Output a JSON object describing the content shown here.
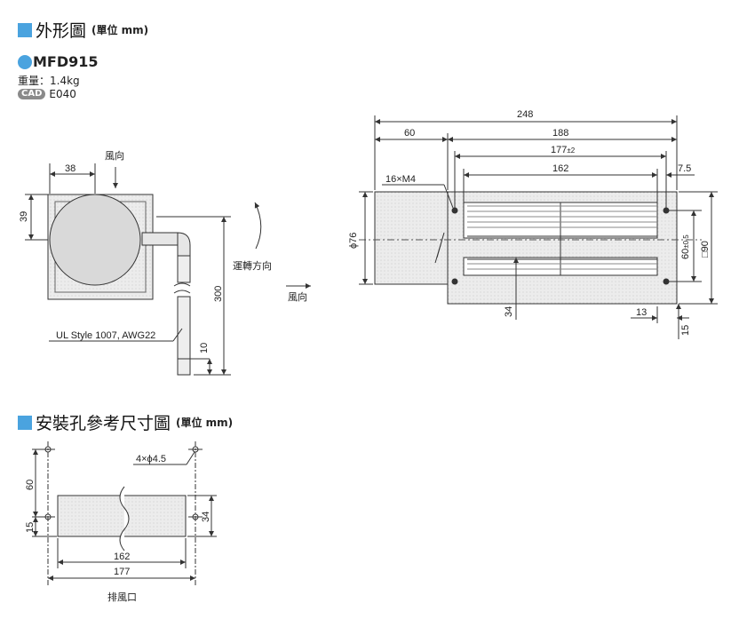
{
  "section1": {
    "title": "外形圖",
    "unit": "(單位 mm)"
  },
  "model": {
    "name": "MFD915",
    "weight": "重量：1.4kg",
    "cad_badge": "CAD",
    "cad_code": "E040"
  },
  "side_view": {
    "dim_width": "38",
    "dim_height": "39",
    "airflow_label": "風向",
    "cable_length": "300",
    "cable_end": "10",
    "cable_spec": "UL Style 1007, AWG22",
    "rotation_label": "運轉方向",
    "airflow_label_2": "風向"
  },
  "front_view": {
    "overall": "248",
    "left_part": "60",
    "body": "188",
    "hole_pitch": "177",
    "tolerance_177": "±2",
    "inner": "162",
    "edge_right": "7.5",
    "screw_label": "16×M4",
    "diameter": "ϕ76",
    "hole_vertical": "60",
    "tolerance_60": "±0.5",
    "square": "□90",
    "dim_34": "34",
    "dim_13": "13",
    "dim_15": "15"
  },
  "section2": {
    "title": "安裝孔參考尺寸圖",
    "unit": "(單位 mm)"
  },
  "mounting": {
    "holes_label": "4×ϕ4.5",
    "dim_60": "60",
    "dim_15": "15",
    "dim_34": "34",
    "dim_162": "162",
    "dim_177": "177",
    "outlet_label": "排風口"
  }
}
